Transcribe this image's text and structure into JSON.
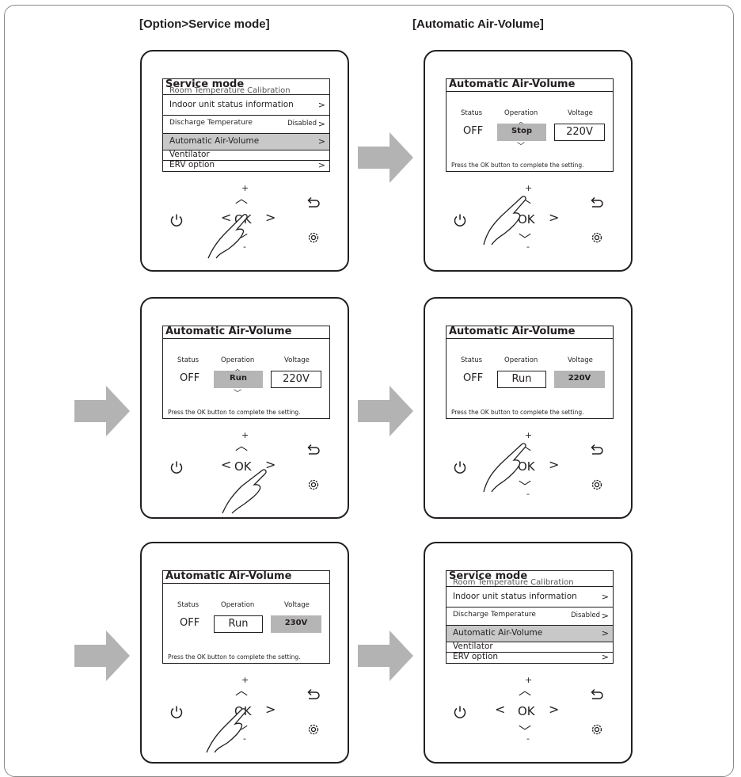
{
  "headings": {
    "left": "[Option>Service mode]",
    "right": "[Automatic Air-Volume]"
  },
  "service_menu": {
    "title": "Service mode",
    "cut_item": "Room Temperature Calibration",
    "items": [
      {
        "label": "Indoor unit status information",
        "value": "",
        "chevron": ">"
      },
      {
        "label": "Discharge Temperature",
        "value": "Disabled",
        "chevron": ">"
      },
      {
        "label": "Automatic Air-Volume",
        "value": "",
        "chevron": ">"
      },
      {
        "label": "Ventilator",
        "value": "",
        "chevron": ""
      },
      {
        "label": "ERV option",
        "value": "",
        "chevron": ">"
      }
    ]
  },
  "air_volume": {
    "title": "Automatic Air-Volume",
    "col_status": "Status",
    "col_operation": "Operation",
    "col_voltage": "Voltage",
    "status_value": "OFF",
    "note": "Press the OK button to complete the setting.",
    "steps": [
      {
        "operation": "Stop",
        "voltage": "220V",
        "selected": "operation"
      },
      {
        "operation": "Run",
        "voltage": "220V",
        "selected": "operation"
      },
      {
        "operation": "Run",
        "voltage": "220V",
        "selected": "voltage"
      },
      {
        "operation": "Run",
        "voltage": "230V",
        "selected": "voltage"
      }
    ]
  },
  "controls": {
    "ok": "OK",
    "left": "<",
    "right": ">",
    "plus": "+",
    "minus": "-",
    "up": "︿",
    "down": "﹀",
    "icons": [
      "power-icon",
      "back-icon",
      "gear-icon"
    ]
  },
  "colors": {
    "highlight": "#c8c8c8",
    "selected": "#b5b5b5",
    "arrow": "#b3b3b3",
    "line": "#231f20"
  }
}
